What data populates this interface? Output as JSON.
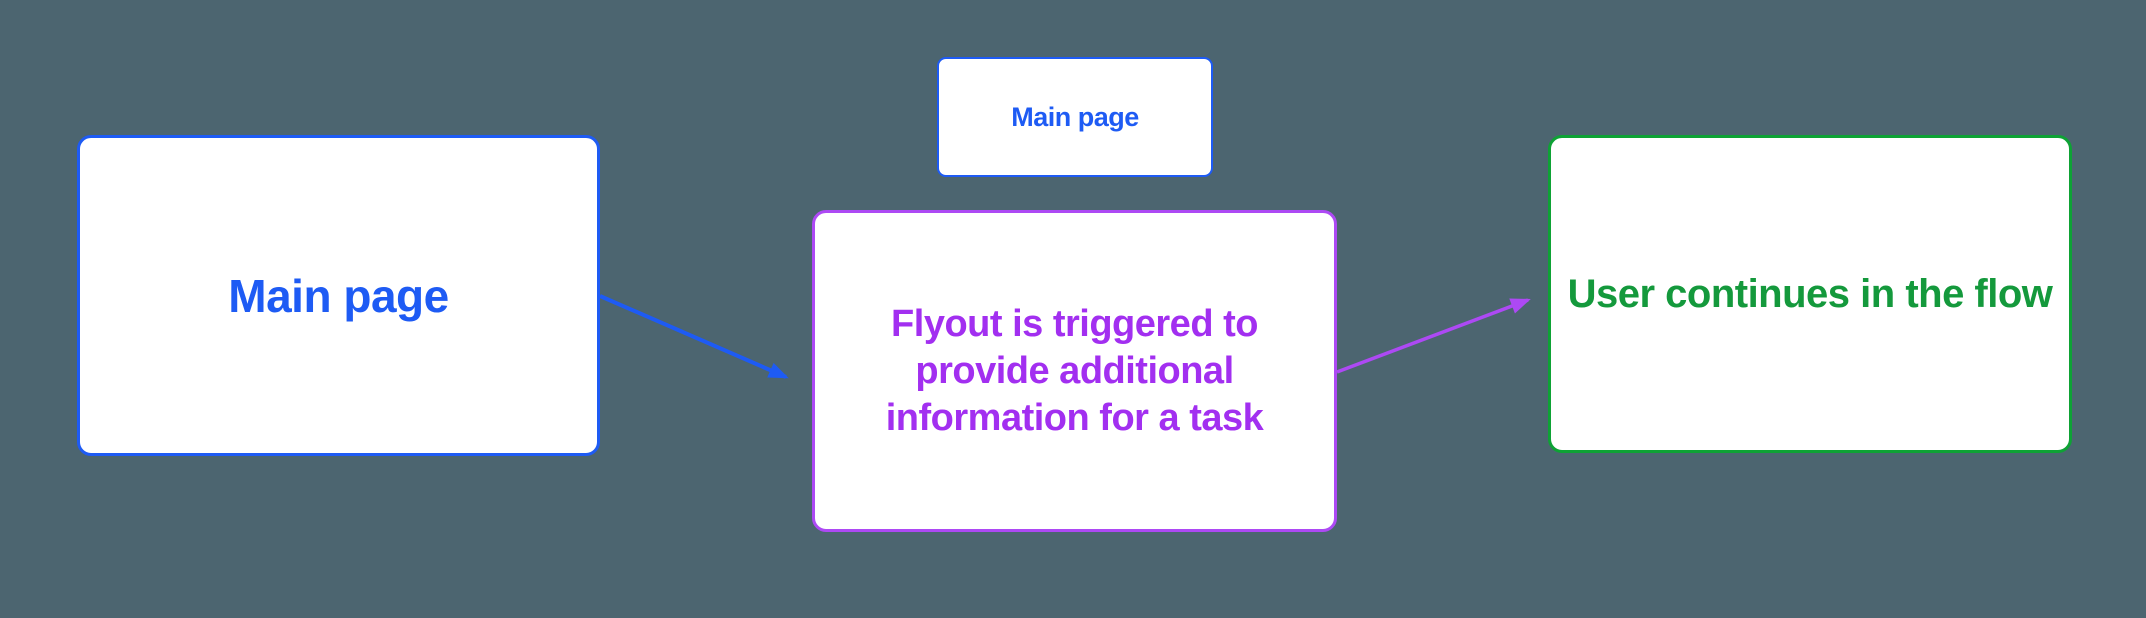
{
  "diagram": {
    "background": "#4c6570",
    "colors": {
      "background": "#4c6570",
      "node_fill": "#ffffff",
      "blue": "#1e5bf4",
      "purple_border": "#ad49f4",
      "purple_text": "#a22ff0",
      "green_border": "#0ea235",
      "green_text": "#14993c"
    },
    "nodes": [
      {
        "id": "main-page",
        "label": "Main page",
        "text_color": "#1e5bf4",
        "border_color": "#1e5bf4"
      },
      {
        "id": "main-page-mini",
        "label": "Main page",
        "text_color": "#1e5bf4",
        "border_color": "#1e5bf4"
      },
      {
        "id": "flyout",
        "label": "Flyout is triggered to provide additional information for a task",
        "lines": [
          "Flyout is triggered to",
          "provide additional",
          "information for a task"
        ],
        "text_color": "#a22ff0",
        "border_color": "#ad49f4"
      },
      {
        "id": "continue",
        "label": "User continues in the flow",
        "text_color": "#14993c",
        "border_color": "#0ea235"
      }
    ],
    "edges": [
      {
        "id": "main-to-flyout",
        "from": "main-page",
        "to": "flyout",
        "color": "#1e5bf4"
      },
      {
        "id": "flyout-to-continue",
        "from": "flyout",
        "to": "continue",
        "color": "#ad49f4"
      }
    ]
  }
}
